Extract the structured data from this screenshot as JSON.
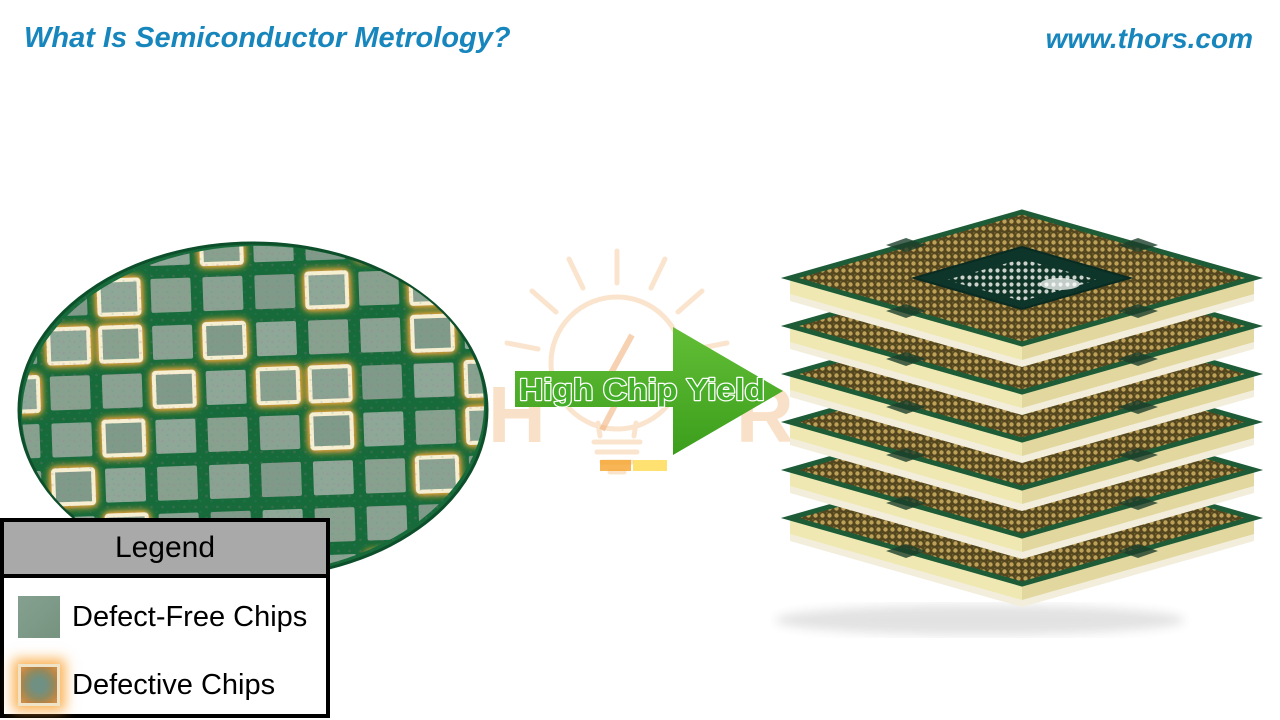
{
  "header": {
    "title": "What Is Semiconductor Metrology?",
    "url": "www.thors.com"
  },
  "arrow": {
    "label": "High Chip Yield",
    "color": "#4cb227"
  },
  "watermark": {
    "left_letter": "H",
    "right_letter": "R",
    "icon": "lightbulb",
    "color": "#f3b77d"
  },
  "legend": {
    "title": "Legend",
    "items": [
      {
        "label": "Defect-Free Chips",
        "swatch": "defect-free"
      },
      {
        "label": "Defective Chips",
        "swatch": "defective"
      }
    ]
  },
  "wafer": {
    "grid": {
      "cols": 10,
      "rows": 8
    },
    "defect_cells": [
      [
        4,
        0
      ],
      [
        7,
        0
      ],
      [
        2,
        1
      ],
      [
        6,
        1
      ],
      [
        8,
        1
      ],
      [
        1,
        2
      ],
      [
        2,
        2
      ],
      [
        4,
        2
      ],
      [
        8,
        2
      ],
      [
        0,
        3
      ],
      [
        3,
        3
      ],
      [
        5,
        3
      ],
      [
        6,
        3
      ],
      [
        9,
        3
      ],
      [
        2,
        4
      ],
      [
        6,
        4
      ],
      [
        9,
        4
      ],
      [
        1,
        5
      ],
      [
        8,
        5
      ],
      [
        2,
        6
      ],
      [
        5,
        7
      ],
      [
        7,
        7
      ]
    ],
    "defect_count": 22,
    "colors": {
      "street": "#176b3a",
      "rim": "#0d4f2b",
      "chip_fills": [
        "#87a18e",
        "#8ea797",
        "#7f9a88",
        "#8aa291"
      ],
      "defect_border": "#f7efd2",
      "glow": "#f89e27"
    }
  },
  "chip_stack": {
    "layers": 6,
    "colors": {
      "pcb_green": "#1e5c38",
      "substrate_cream": "#f0e8b2",
      "substrate_shade": "#e2d79e",
      "spacer_white": "#f3eedb",
      "cavity_green": "#0d352a"
    }
  },
  "colors": {
    "accent_blue": "#1786bd",
    "legend_header_gray": "#a9a9a9"
  }
}
